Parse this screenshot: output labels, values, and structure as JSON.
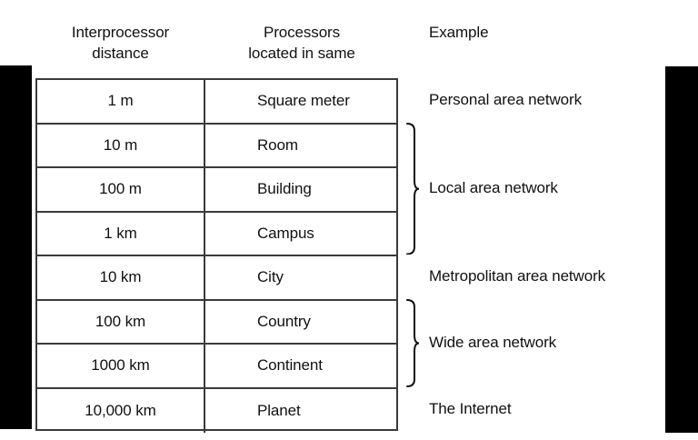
{
  "headers": {
    "distance": "Interprocessor\ndistance",
    "located": "Processors\nlocated in same",
    "example": "Example"
  },
  "table": {
    "columns": [
      "Interprocessor distance",
      "Processors located in same"
    ],
    "rows": [
      {
        "distance": "1 m",
        "located": "Square meter"
      },
      {
        "distance": "10 m",
        "located": "Room"
      },
      {
        "distance": "100 m",
        "located": "Building"
      },
      {
        "distance": "1 km",
        "located": "Campus"
      },
      {
        "distance": "10 km",
        "located": "City"
      },
      {
        "distance": "100 km",
        "located": "Country"
      },
      {
        "distance": "1000 km",
        "located": "Continent"
      },
      {
        "distance": "10,000 km",
        "located": "Planet"
      }
    ]
  },
  "examples": [
    {
      "label": "Personal area network",
      "rows": [
        0
      ],
      "braced": false
    },
    {
      "label": "Local area network",
      "rows": [
        1,
        2,
        3
      ],
      "braced": true
    },
    {
      "label": "Metropolitan area network",
      "rows": [
        4
      ],
      "braced": false
    },
    {
      "label": "Wide area network",
      "rows": [
        5,
        6
      ],
      "braced": true
    },
    {
      "label": "The Internet",
      "rows": [
        7
      ],
      "braced": false
    }
  ],
  "colors": {
    "background": "#ffffff",
    "text": "#111111",
    "rule": "#3a3a3a",
    "letterbox": "#000000"
  }
}
